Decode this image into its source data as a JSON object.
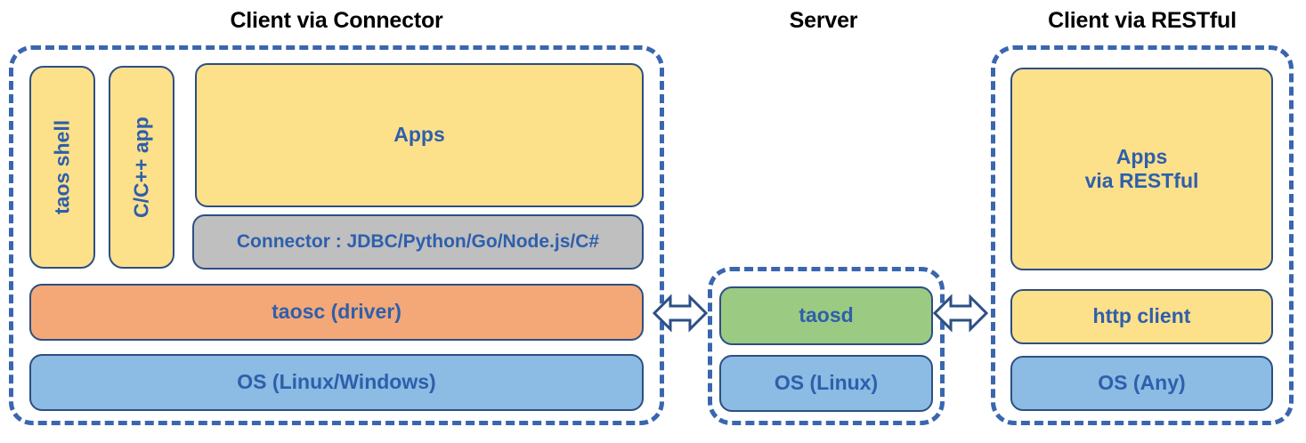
{
  "diagram": {
    "title_left": "Client via Connector",
    "title_middle": "Server",
    "title_right": "Client via RESTful",
    "colors": {
      "dashed_border": "#3a66b0",
      "box_border": "#2c4f84",
      "text": "#2e5fac",
      "yellow": "#fde08a",
      "orange": "#f4a877",
      "blue": "#8cbbe3",
      "green": "#9bca82",
      "gray": "#bfbfbf",
      "title_text": "#000000",
      "background": "#ffffff"
    }
  },
  "client_connector": {
    "taos_shell": "taos shell",
    "c_cpp_app": "C/C++ app",
    "apps": "Apps",
    "connector": "Connector : JDBC/Python/Go/Node.js/C#",
    "taosc_driver": "taosc (driver)",
    "os": "OS (Linux/Windows)"
  },
  "server": {
    "taosd": "taosd",
    "os": "OS (Linux)"
  },
  "client_restful": {
    "apps_line1": "Apps",
    "apps_line2": "via RESTful",
    "http_client": "http client",
    "os": "OS (Any)"
  },
  "arrows": {
    "left_arrow_name": "double-headed-arrow-left",
    "right_arrow_name": "double-headed-arrow-right"
  }
}
